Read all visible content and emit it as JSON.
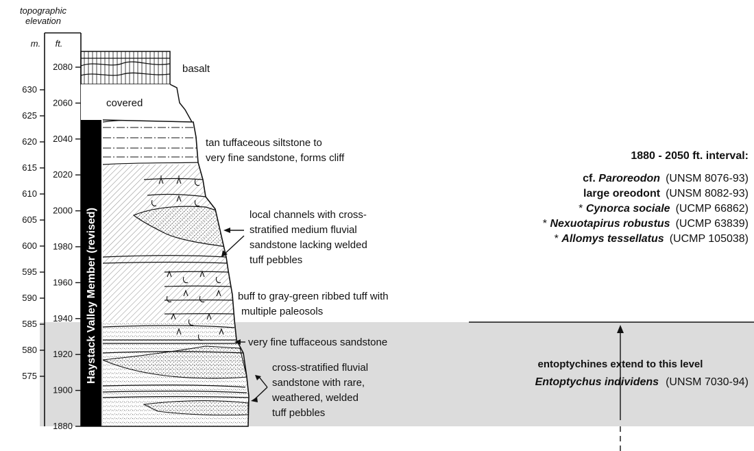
{
  "axis": {
    "header_line1": "topographic",
    "header_line2": "elevation",
    "unit_m": "m.",
    "unit_ft": "ft.",
    "meters": [
      "630",
      "625",
      "620",
      "615",
      "610",
      "605",
      "600",
      "595",
      "590",
      "585",
      "580",
      "575"
    ],
    "feet": [
      "2080",
      "2060",
      "2040",
      "2020",
      "2000",
      "1980",
      "1960",
      "1940",
      "1920",
      "1900",
      "1880"
    ]
  },
  "member_label": "Haystack Valley Member (revised)",
  "units": {
    "basalt": "basalt",
    "covered": "covered",
    "siltstone": [
      "tan tuffaceous siltstone to",
      "very fine sandstone, forms cliff"
    ],
    "channels": [
      "local channels with cross-",
      "stratified medium fluvial",
      "sandstone lacking welded",
      "tuff pebbles"
    ],
    "ribbed_tuff": [
      "buff to gray-green ribbed tuff with",
      "multiple paleosols"
    ],
    "fine_sandstone": "very fine tuffaceous sandstone",
    "fluvial": [
      "cross-stratified fluvial",
      "sandstone with rare,",
      "weathered, welded",
      "tuff pebbles"
    ]
  },
  "interval": {
    "title": "1880 - 2050 ft. interval:",
    "taxa": [
      {
        "prefix": "",
        "qualifier": "cf.",
        "name": "Paroreodon",
        "specimen": "(UNSM 8076-93)"
      },
      {
        "prefix": "",
        "qualifier": "large oreodont",
        "name": "",
        "specimen": "(UNSM 8082-93)"
      },
      {
        "prefix": "*",
        "qualifier": "",
        "name": "Cynorca sociale",
        "specimen": "(UCMP 66862)"
      },
      {
        "prefix": "*",
        "qualifier": "",
        "name": "Nexuotapirus robustus",
        "specimen": "(UCMP 63839)"
      },
      {
        "prefix": "*",
        "qualifier": "",
        "name": "Allomys tessellatus",
        "specimen": "(UCMP 105038)"
      }
    ]
  },
  "range_note": {
    "text": "entoptychines extend to this level",
    "taxon": "Entoptychus individens",
    "specimen": "(UNSM 7030-94)"
  },
  "colors": {
    "shade": "#dcdcdc",
    "ink": "#111111",
    "member_bar": "#000000"
  }
}
